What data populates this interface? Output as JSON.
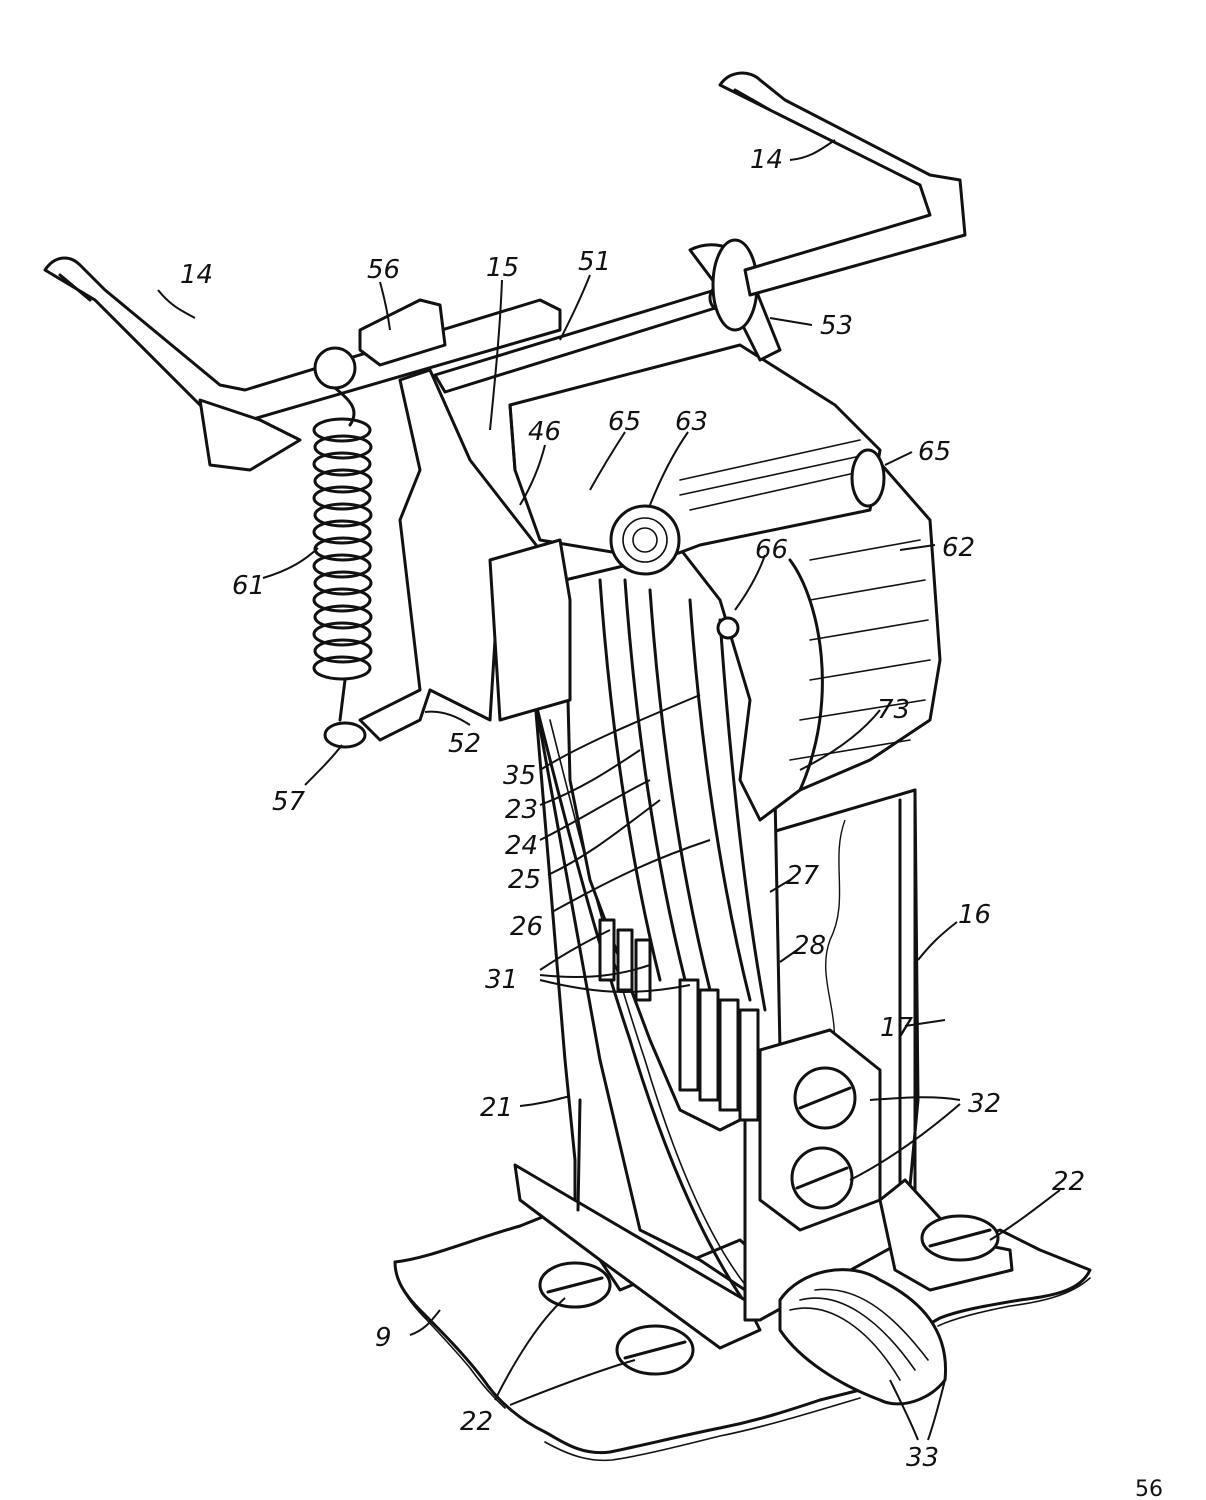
{
  "figure": {
    "reference_numerals": [
      {
        "id": "n14a",
        "text": "14"
      },
      {
        "id": "n14b",
        "text": "14"
      },
      {
        "id": "n56",
        "text": "56"
      },
      {
        "id": "n15",
        "text": "15"
      },
      {
        "id": "n51",
        "text": "51"
      },
      {
        "id": "n53",
        "text": "53"
      },
      {
        "id": "n46",
        "text": "46"
      },
      {
        "id": "n65a",
        "text": "65"
      },
      {
        "id": "n63",
        "text": "63"
      },
      {
        "id": "n65b",
        "text": "65"
      },
      {
        "id": "n66",
        "text": "66"
      },
      {
        "id": "n62",
        "text": "62"
      },
      {
        "id": "n61",
        "text": "61"
      },
      {
        "id": "n52",
        "text": "52"
      },
      {
        "id": "n57",
        "text": "57"
      },
      {
        "id": "n73",
        "text": "73"
      },
      {
        "id": "n35",
        "text": "35"
      },
      {
        "id": "n23",
        "text": "23"
      },
      {
        "id": "n24",
        "text": "24"
      },
      {
        "id": "n25",
        "text": "25"
      },
      {
        "id": "n26",
        "text": "26"
      },
      {
        "id": "n27",
        "text": "27"
      },
      {
        "id": "n28",
        "text": "28"
      },
      {
        "id": "n31",
        "text": "31"
      },
      {
        "id": "n16",
        "text": "16"
      },
      {
        "id": "n17",
        "text": "17"
      },
      {
        "id": "n32",
        "text": "32"
      },
      {
        "id": "n21",
        "text": "21"
      },
      {
        "id": "n22a",
        "text": "22"
      },
      {
        "id": "n22b",
        "text": "22"
      },
      {
        "id": "n9",
        "text": "9"
      },
      {
        "id": "n33",
        "text": "33"
      }
    ],
    "corner_mark": "56"
  }
}
